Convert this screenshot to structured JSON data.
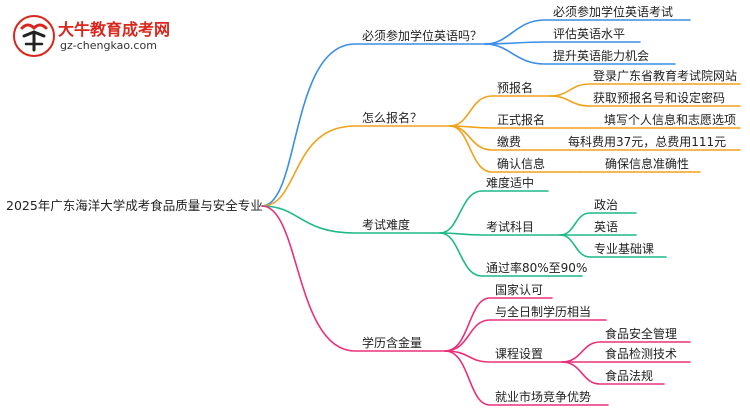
{
  "logo": {
    "site_name": "大牛教育成考网",
    "url": "gz-chengkao.com"
  },
  "colors": {
    "blue": "#3a8ee6",
    "orange": "#f0a21a",
    "green": "#1fb98a",
    "pink": "#e8307a",
    "logo_red": "#d8261c"
  },
  "mindmap": {
    "root": "2025年广东海洋大学成考食品质量与安全专业",
    "branches": [
      {
        "label": "必须参加学位英语吗？",
        "children": [
          {
            "label": "必须参加学位英语考试"
          },
          {
            "label": "评估英语水平"
          },
          {
            "label": "提升英语能力机会"
          }
        ]
      },
      {
        "label": "怎么报名？",
        "children": [
          {
            "label": "预报名",
            "children": [
              "登录广东省教育考试院网站",
              "获取预报名号和设定密码"
            ]
          },
          {
            "label": "正式报名",
            "children": [
              "填写个人信息和志愿选项"
            ]
          },
          {
            "label": "缴费",
            "children": [
              "每科费用37元，总费用111元"
            ]
          },
          {
            "label": "确认信息",
            "children": [
              "确保信息准确性"
            ]
          }
        ]
      },
      {
        "label": "考试难度",
        "children": [
          {
            "label": "难度适中"
          },
          {
            "label": "考试科目",
            "children": [
              "政治",
              "英语",
              "专业基础课"
            ]
          },
          {
            "label": "通过率80%至90%"
          }
        ]
      },
      {
        "label": "学历含金量",
        "children": [
          {
            "label": "国家认可"
          },
          {
            "label": "与全日制学历相当"
          },
          {
            "label": "课程设置",
            "children": [
              "食品安全管理",
              "食品检测技术",
              "食品法规"
            ]
          },
          {
            "label": "就业市场竞争优势"
          }
        ]
      }
    ]
  }
}
